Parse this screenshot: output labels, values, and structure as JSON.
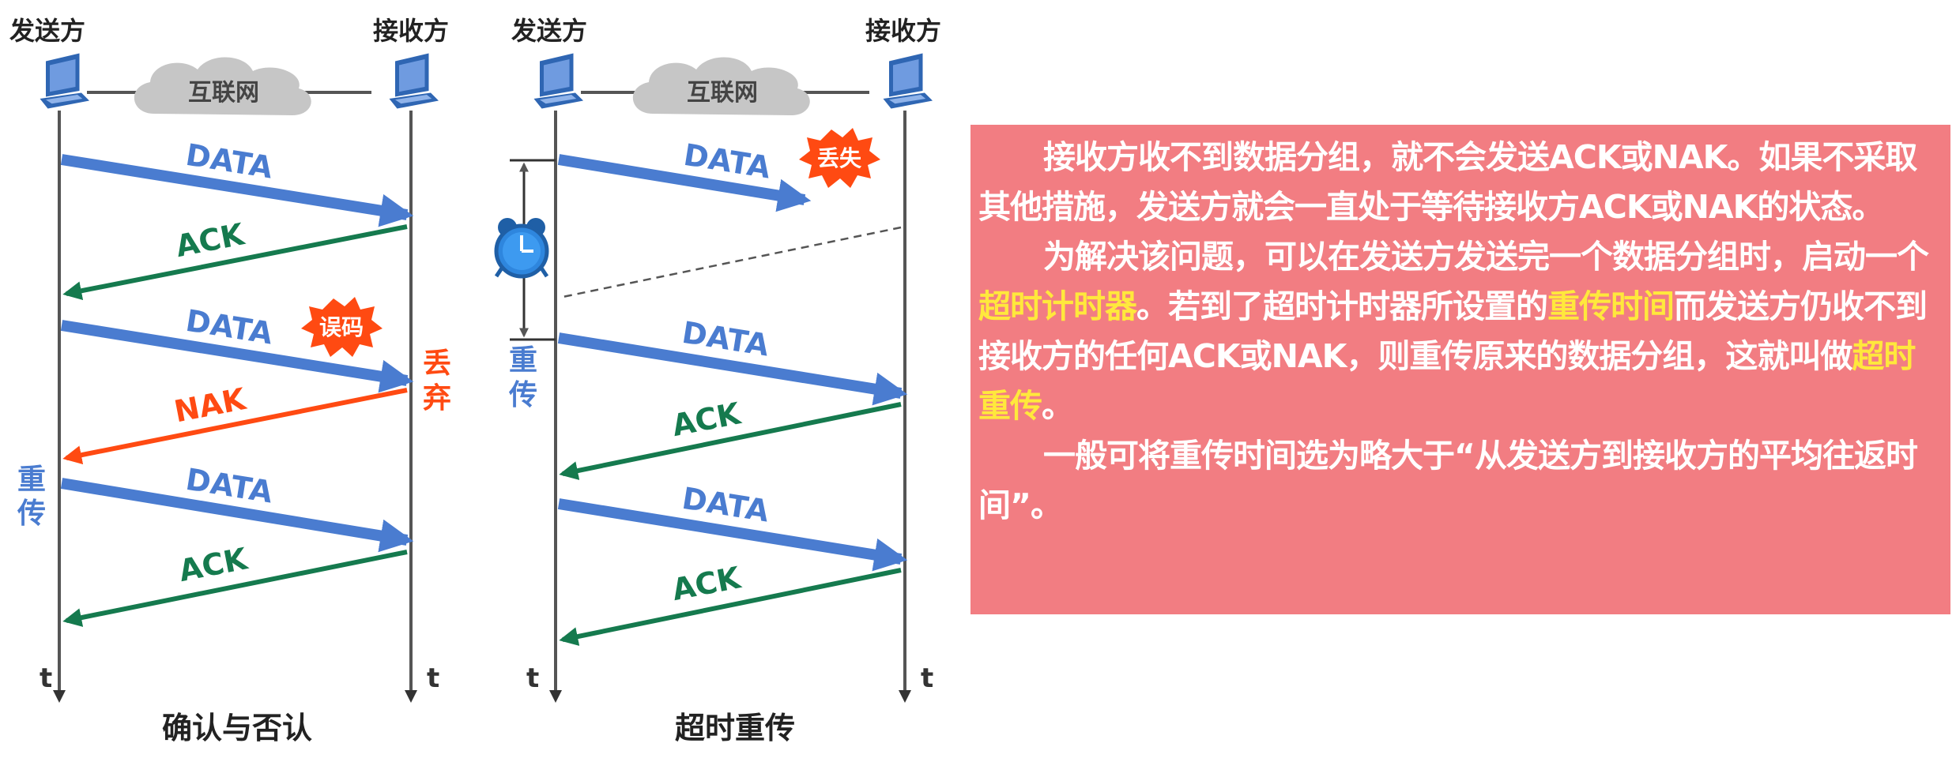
{
  "labels": {
    "sender": "发送方",
    "receiver": "接收方",
    "internet": "互联网",
    "time_axis": "t",
    "data": "DATA",
    "ack": "ACK",
    "nak": "NAK",
    "error": "误码",
    "lost": "丢失",
    "discard": "丢弃",
    "retransmit": "重传"
  },
  "left_panel": {
    "caption": "确认与否认"
  },
  "right_panel": {
    "caption": "超时重传"
  },
  "note": {
    "p1": "接收方收不到数据分组，就不会发送ACK或NAK。如果不采取其他措施，发送方就会一直处于等待接收方ACK或NAK的状态。",
    "p2_a": "为解决该问题，可以在发送方发送完一个数据分组时，启动一个",
    "p2_hl1": "超时计时器",
    "p2_b": "。若到了超时计时器所设置的",
    "p2_hl2": "重传时间",
    "p2_c": "而发送方仍收不到接收方的任何ACK或NAK，则重传原来的数据分组，这就叫做",
    "p2_hl3": "超时重传",
    "p2_d": "。",
    "p3": "一般可将重传时间选为略大于“从发送方到接收方的平均往返时间”。"
  },
  "colors": {
    "data": "#4a7cd0",
    "ack": "#157a4e",
    "nak": "#ff4a12",
    "burst": "#ff4a12",
    "note_bg": "#f27d82",
    "highlight": "#ffe83c",
    "cloud": "#c6c6c6"
  }
}
